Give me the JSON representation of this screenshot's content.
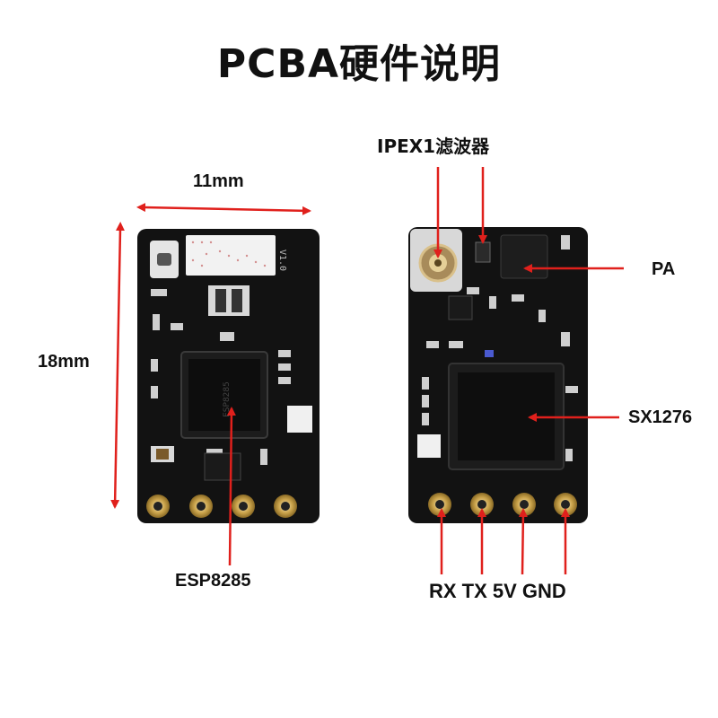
{
  "title": "PCBA硬件说明",
  "dimensions": {
    "width_label": "11mm",
    "height_label": "18mm"
  },
  "front_board": {
    "chip_label": "ESP8285",
    "silkscreen": "V1.0"
  },
  "back_board": {
    "connector_label": "IPEX1滤波器",
    "pa_label": "PA",
    "radio_label": "SX1276",
    "pins_label": "RX TX 5V GND"
  },
  "colors": {
    "arrow": "#e0201c",
    "board": "#111111",
    "pad_gold": "#c9a24a",
    "text": "#111111"
  }
}
